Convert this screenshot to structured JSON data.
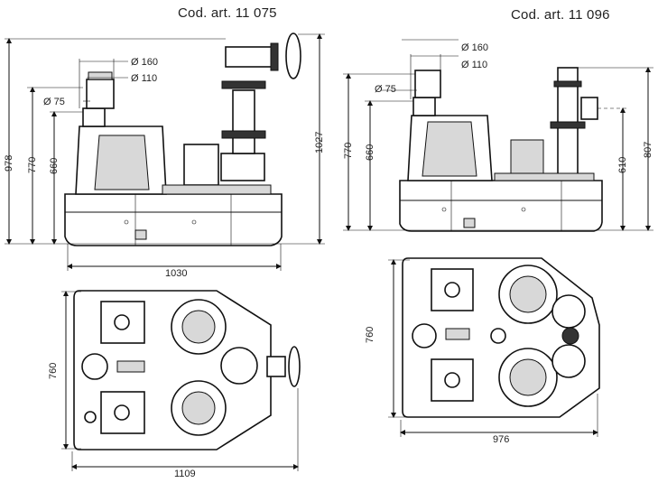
{
  "titles": {
    "left": "Cod. art. 11 075",
    "right": "Cod. art. 11 096"
  },
  "left_side": {
    "h_total": "978",
    "h_770": "770",
    "h_660": "660",
    "h_right": "1027",
    "d160": "Ø 160",
    "d110": "Ø 110",
    "d75": "Ø 75",
    "width": "1030"
  },
  "left_top": {
    "depth": "760",
    "width": "1109"
  },
  "right_side": {
    "h_770": "770",
    "h_660": "660",
    "h_610": "610",
    "h_807": "807",
    "d160": "Ø 160",
    "d110": "Ø 110",
    "d75": "Ø 75"
  },
  "right_top": {
    "depth": "760",
    "width": "976"
  }
}
